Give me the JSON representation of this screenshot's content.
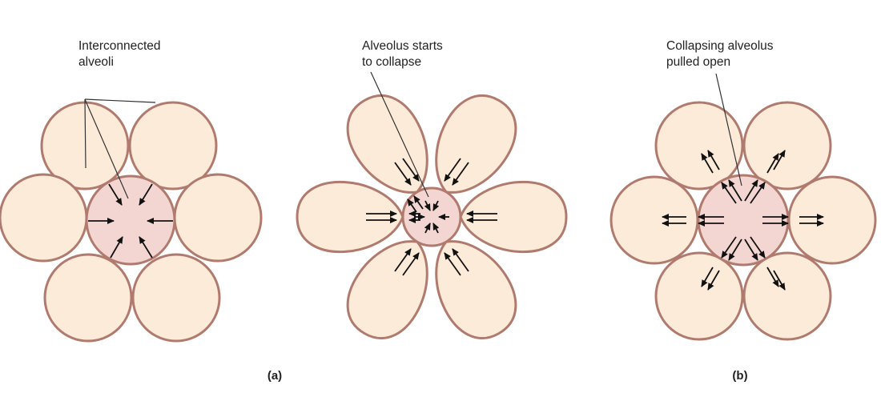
{
  "panels": [
    {
      "id": "a-left",
      "annotation": [
        "Interconnected",
        "alveoli"
      ]
    },
    {
      "id": "a-middle",
      "annotation": [
        "Alveolus starts",
        "to collapse"
      ]
    },
    {
      "id": "b",
      "annotation": [
        "Collapsing alveolus",
        "pulled open"
      ]
    }
  ],
  "panel_labels": {
    "a": "(a)",
    "b": "(b)"
  },
  "colors": {
    "alveolus_fill": "#fdebd9",
    "center_fill": "#f3d6d2",
    "outline": "#b07a6e",
    "arrow": "#111111",
    "leader_line": "#333333"
  }
}
